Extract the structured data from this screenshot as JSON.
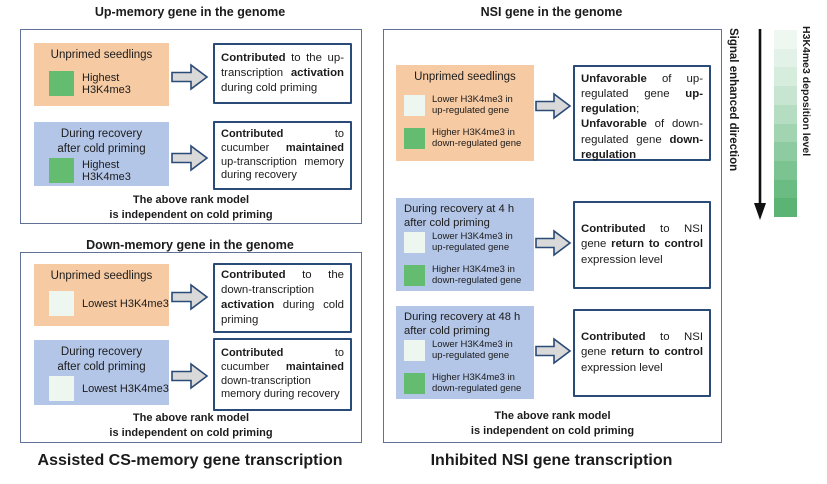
{
  "colors": {
    "orange_bg": "#f6caa3",
    "blue_bg": "#b4c6e7",
    "green_swatch": "#63bc70",
    "pale_swatch": "#eef6f0",
    "panel_border": "#5f7195",
    "result_border": "#2a4a77",
    "arrow_fill": "#d9d9d9"
  },
  "left": {
    "panels": [
      {
        "title": "Up-memory gene in the genome",
        "rows": [
          {
            "bg": "#f6caa3",
            "condition_lines": [
              "Unprimed seedlings"
            ],
            "swatches": [
              {
                "color": "#63bc70",
                "label_lines": [
                  "Highest H3K4me3"
                ]
              }
            ],
            "result": "**Contributed** to the up-transcription **activation** during cold priming"
          },
          {
            "bg": "#b4c6e7",
            "condition_lines": [
              "During recovery",
              "after cold priming"
            ],
            "swatches": [
              {
                "color": "#63bc70",
                "label_lines": [
                  "Highest H3K4me3"
                ]
              }
            ],
            "result": "**Contributed** to cucumber **maintained** up-transcription memory during recovery"
          }
        ],
        "footer_lines": [
          "The above rank model",
          "is independent on cold priming"
        ]
      },
      {
        "title": "Down-memory gene in the genome",
        "rows": [
          {
            "bg": "#f6caa3",
            "condition_lines": [
              "Unprimed seedlings"
            ],
            "swatches": [
              {
                "color": "#eef6f0",
                "label_lines": [
                  "Lowest H3K4me3"
                ]
              }
            ],
            "result": "**Contributed** to the down-transcription **activation** during cold priming"
          },
          {
            "bg": "#b4c6e7",
            "condition_lines": [
              "During recovery",
              "after cold priming"
            ],
            "swatches": [
              {
                "color": "#eef6f0",
                "label_lines": [
                  "Lowest H3K4me3"
                ]
              }
            ],
            "result": "**Contributed** to cucumber **maintained** down-transcription memory during recovery"
          }
        ],
        "footer_lines": [
          "The above rank model",
          "is independent on cold priming"
        ]
      }
    ],
    "caption": "Assisted CS-memory gene transcription"
  },
  "right": {
    "title": "NSI gene in the genome",
    "rows": [
      {
        "bg": "#f6caa3",
        "condition_lines": [
          "Unprimed seedlings"
        ],
        "swatches": [
          {
            "color": "#eef6f0",
            "label_lines": [
              "Lower H3K4me3 in",
              "up-regulated gene"
            ]
          },
          {
            "color": "#63bc70",
            "label_lines": [
              "Higher H3K4me3 in",
              "down-regulated gene"
            ]
          }
        ],
        "result": "**Unfavorable** of up-regulated gene **up-regulation**;\n**Unfavorable** of down-regulated gene **down-regulation**"
      },
      {
        "bg": "#b4c6e7",
        "condition_lines": [
          "During recovery at 4 h",
          "after cold priming"
        ],
        "swatches": [
          {
            "color": "#eef6f0",
            "label_lines": [
              "Lower H3K4me3 in",
              "up-regulated gene"
            ]
          },
          {
            "color": "#63bc70",
            "label_lines": [
              "Higher H3K4me3 in",
              "down-regulated gene"
            ]
          }
        ],
        "result": "**Contributed** to NSI gene **return to control** expression level"
      },
      {
        "bg": "#b4c6e7",
        "condition_lines": [
          "During recovery at 48 h",
          "after cold priming"
        ],
        "swatches": [
          {
            "color": "#eef6f0",
            "label_lines": [
              "Lower H3K4me3 in",
              "up-regulated gene"
            ]
          },
          {
            "color": "#63bc70",
            "label_lines": [
              "Higher H3K4me3 in",
              "down-regulated gene"
            ]
          }
        ],
        "result": "**Contributed** to NSI gene **return to control** expression level"
      }
    ],
    "footer_lines": [
      "The above rank model",
      "is independent on cold priming"
    ],
    "caption": "Inhibited NSI gene transcription"
  },
  "legend": {
    "signal_label": "Signal enhanced direction",
    "bar_label": "H3K4me3 deposition level",
    "gradient_steps": [
      "#eef7f0",
      "#e3f2e8",
      "#d6ecdc",
      "#c7e5d0",
      "#b5ddc2",
      "#a2d4b2",
      "#8ecba1",
      "#7cc392",
      "#6bbc83",
      "#5bb473"
    ]
  }
}
